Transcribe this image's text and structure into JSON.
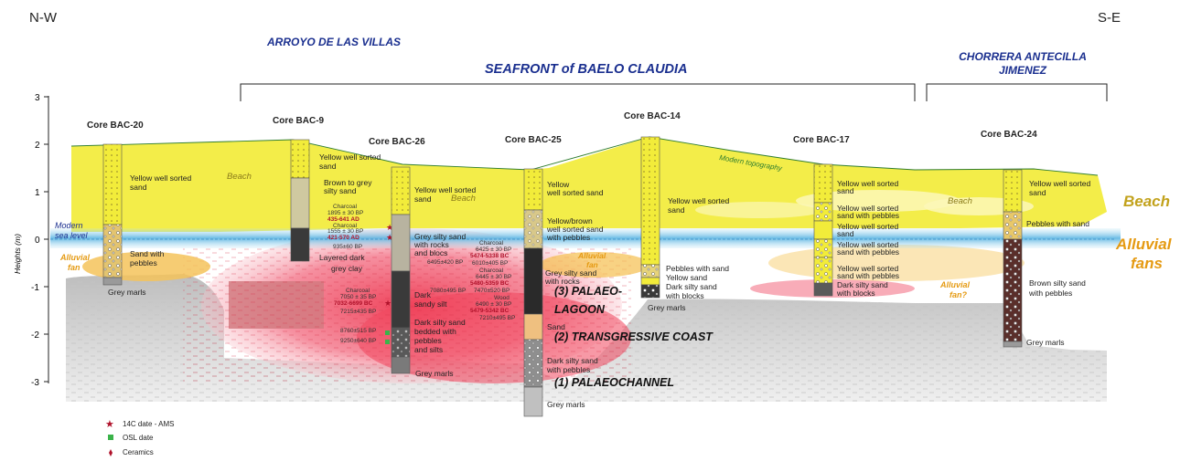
{
  "orientation": {
    "left": "N-W",
    "right": "S-E"
  },
  "site_labels": {
    "arroyo": "ARROYO DE LAS VILLAS",
    "seafront": "SEAFRONT of BAELO CLAUDIA",
    "chorrera_1": "CHORRERA ANTECILLA",
    "chorrera_2": "JIMENEZ"
  },
  "y_axis": {
    "label": "Heights (m)",
    "ticks": [
      "3",
      "2",
      "1",
      "0",
      "-1",
      "-2",
      "-3"
    ]
  },
  "zone_labels": {
    "beach": "Beach",
    "alluvial_fans_1": "Alluvial",
    "alluvial_fans_2": "fans",
    "modern_sea_level_1": "Modern",
    "modern_sea_level_2": "sea level",
    "modern_topography": "Modern topography",
    "alluvial_fan_left_1": "Alluvial",
    "alluvial_fan_left_2": "fan",
    "alluvial_fan_q_1": "Alluvial",
    "alluvial_fan_q_2": "fan?",
    "alluvial_fan_center_1": "Alluvial",
    "alluvial_fan_center_2": "fan",
    "beach_in_1": "Beach",
    "beach_in_2": "Beach",
    "beach_in_3": "Beach"
  },
  "phase_labels": {
    "palaeolagoon_1": "(3) PALAEO-",
    "palaeolagoon_2": "LAGOON",
    "transgressive": "(2) TRANSGRESSIVE COAST",
    "palaeochannel": "(1) PALAEOCHANNEL"
  },
  "cores": {
    "bac20": {
      "name": "Core BAC-20",
      "l1_1": "Yellow well sorted",
      "l1_2": "sand",
      "l2_1": "Sand with",
      "l2_2": "pebbles",
      "l3": "Grey marls"
    },
    "bac9": {
      "name": "Core BAC-9",
      "l1_1": "Yellow well sorted",
      "l1_2": "sand",
      "l2_1": "Brown to grey",
      "l2_2": "silty sand",
      "l3_1": "Layered dark",
      "l3_2": "grey clay",
      "d1": "Charcoal",
      "d2": "1895 ± 30 BP",
      "d3": "435-641 AD",
      "d4": "Charcoal",
      "d5": "1555 ± 30 BP",
      "d6": "421-570 AD",
      "d7": "935±60 BP"
    },
    "bac26": {
      "name": "Core BAC-26",
      "l1_1": "Yellow well sorted",
      "l1_2": "sand",
      "l2_1": "Grey silty sand",
      "l2_2": "with rocks",
      "l2_3": "and blocs",
      "l3_1": "Dark",
      "l3_2": "sandy silt",
      "l4_1": "Dark silty sand",
      "l4_2": "bedded with",
      "l4_3": "pebbles",
      "l4_4": "and silts",
      "l5": "Grey marls",
      "d1": "Charcoal",
      "d2": "7050 ± 35 BP",
      "d3": "7032-6699 BC",
      "d4": "7215±435 BP",
      "d5": "8760±515 BP",
      "d6": "9250±640 BP",
      "d7": "6495±420 BP"
    },
    "bac25": {
      "name": "Core BAC-25",
      "l1_1": "Yellow",
      "l1_2": "well sorted sand",
      "l2_1": "Yellow/brown",
      "l2_2": "well sorted sand",
      "l2_3": "with pebbles",
      "l3_1": "Grey silty sand",
      "l3_2": "with rocks",
      "l4": "Sand",
      "l5_1": "Dark silty sand",
      "l5_2": "with pebbles",
      "l6": "Grey marls",
      "d1": "Charcoal",
      "d2": "6425 ± 30 BP",
      "d3": "5474-5338 BC",
      "d4": "6010±405 BP",
      "d5": "Charcoal",
      "d6": "6445 ± 30 BP",
      "d7": "5480-5359 BC",
      "d8": "7080±495 BP",
      "d9": "7470±520 BP",
      "d10": "Wood",
      "d11": "6490 ± 30 BP",
      "d12": "5479-5342 BC",
      "d13": "7210±495 BP"
    },
    "bac14": {
      "name": "Core BAC-14",
      "l1_1": "Yellow well sorted",
      "l1_2": "sand",
      "l2": "Pebbles with sand",
      "l3": "Yellow sand",
      "l4_1": "Dark silty sand",
      "l4_2": "with blocks",
      "l5": "Grey marls"
    },
    "bac17": {
      "name": "Core BAC-17",
      "l1_1": "Yellow well sorted",
      "l1_2": "sand",
      "l2_1": "Yellow well sorted",
      "l2_2": "sand with pebbles",
      "l3_1": "Yellow well sorted",
      "l3_2": "sand",
      "l4_1": "Yellow well sorted",
      "l4_2": "sand with pebbles",
      "l5_1": "Yellow well sorted",
      "l5_2": "sand with pebbles",
      "l6_1": "Dark silty sand",
      "l6_2": "with blocks"
    },
    "bac24": {
      "name": "Core BAC-24",
      "l1_1": "Yellow well sorted",
      "l1_2": "sand",
      "l2": "Pebbles with sand",
      "l3_1": "Brown silty sand",
      "l3_2": "with pebbles",
      "l4": "Grey marls"
    }
  },
  "legend": {
    "c14": "14C date - AMS",
    "osl": "OSL date",
    "ceramics": "Ceramics"
  },
  "colors": {
    "beach": "#f2ec3a",
    "beach_pale": "#fbf7b8",
    "sea_band": "#7cc6ea",
    "alluvial": "#f5c35a",
    "lagoon_red": "#f0465c",
    "lagoon_pink": "#f7a2ae",
    "marls": "#d2d2d2",
    "title_blue": "#1a2f8f",
    "beach_label": "#c2a21c",
    "alluvial_label": "#e59a12",
    "topography": "#2f7d2f"
  }
}
